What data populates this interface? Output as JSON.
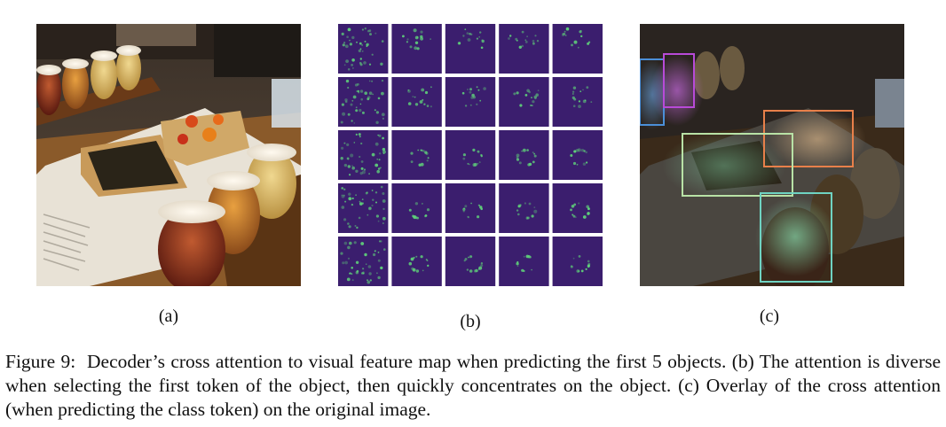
{
  "figure": {
    "panels": [
      {
        "id": "a",
        "label": "(a)",
        "content": "photo"
      },
      {
        "id": "b",
        "label": "(b)",
        "content": "attention-grid",
        "grid": {
          "rows": 5,
          "cols": 5
        }
      },
      {
        "id": "c",
        "label": "(c)",
        "content": "attention-overlay"
      }
    ],
    "caption": {
      "lead": "Figure 9:",
      "text": "Decoder’s cross attention to visual feature map when predicting the first 5 objects. (b) The attention is diverse when selecting the first token of the object, then quickly concentrates on the object. (c) Overlay of the cross attention (when predicting the class token) on the original image."
    },
    "colors": {
      "attention_background": "#3b1e6e",
      "attention_highlight": "#5fd27a",
      "box_orange": "#e8804a",
      "box_green": "#b8e2a6",
      "box_teal": "#6fd3c2",
      "box_blue": "#4b8fd8",
      "box_purple": "#b84ad8"
    }
  }
}
